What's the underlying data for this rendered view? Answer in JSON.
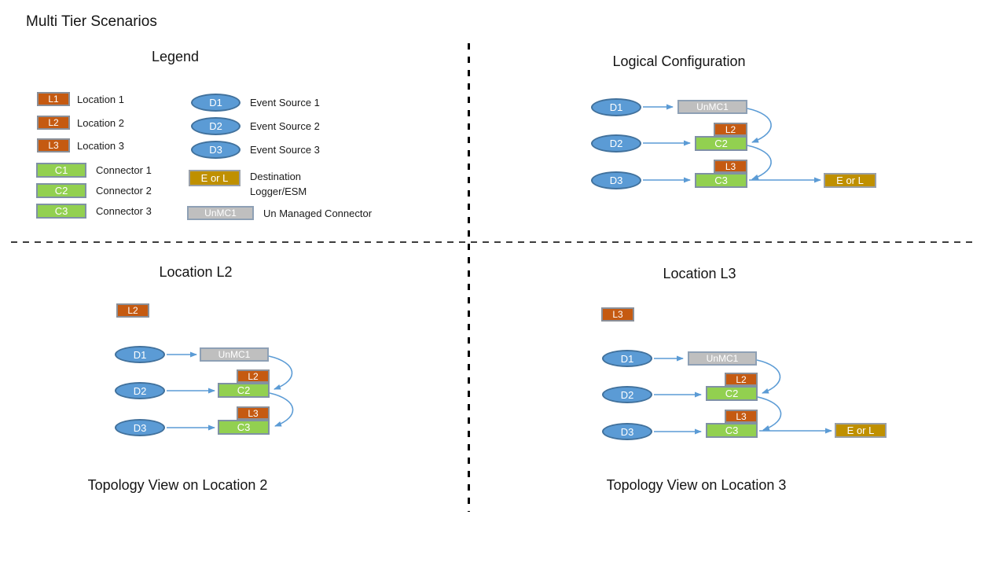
{
  "page_title": "Multi Tier Scenarios",
  "colors": {
    "location_orange": "#C55A11",
    "connector_green": "#92D050",
    "source_blue": "#5B9BD5",
    "source_blue_border": "#41719C",
    "unmanaged_gray": "#BFBFBF",
    "destination_gold": "#BF9000",
    "arrow_blue": "#5B9BD5"
  },
  "legend": {
    "title": "Legend",
    "items_left": [
      {
        "tag": "L1",
        "desc": "Location 1"
      },
      {
        "tag": "L2",
        "desc": "Location 2"
      },
      {
        "tag": "L3",
        "desc": "Location 3"
      },
      {
        "tag": "C1",
        "desc": "Connector 1"
      },
      {
        "tag": "C2",
        "desc": "Connector 2"
      },
      {
        "tag": "C3",
        "desc": "Connector 3"
      }
    ],
    "items_right": [
      {
        "tag": "D1",
        "desc": "Event Source 1"
      },
      {
        "tag": "D2",
        "desc": "Event Source 2"
      },
      {
        "tag": "D3",
        "desc": "Event Source 3"
      }
    ],
    "destination": {
      "tag": "E or L",
      "desc_line1": "Destination",
      "desc_line2": "Logger/ESM"
    },
    "unmanaged": {
      "tag": "UnMC1",
      "desc": "Un Managed Connector"
    }
  },
  "nodes": {
    "d1": "D1",
    "d2": "D2",
    "d3": "D3",
    "unmc1": "UnMC1",
    "c2": "C2",
    "c3": "C3",
    "l2": "L2",
    "l3": "L3",
    "eorl": "E or L"
  },
  "quadrants": {
    "logical": {
      "title": "Logical Configuration"
    },
    "loc2": {
      "title": "Location L2",
      "caption": "Topology View on Location 2"
    },
    "loc3": {
      "title": "Location L3",
      "caption": "Topology View on Location 3"
    }
  }
}
